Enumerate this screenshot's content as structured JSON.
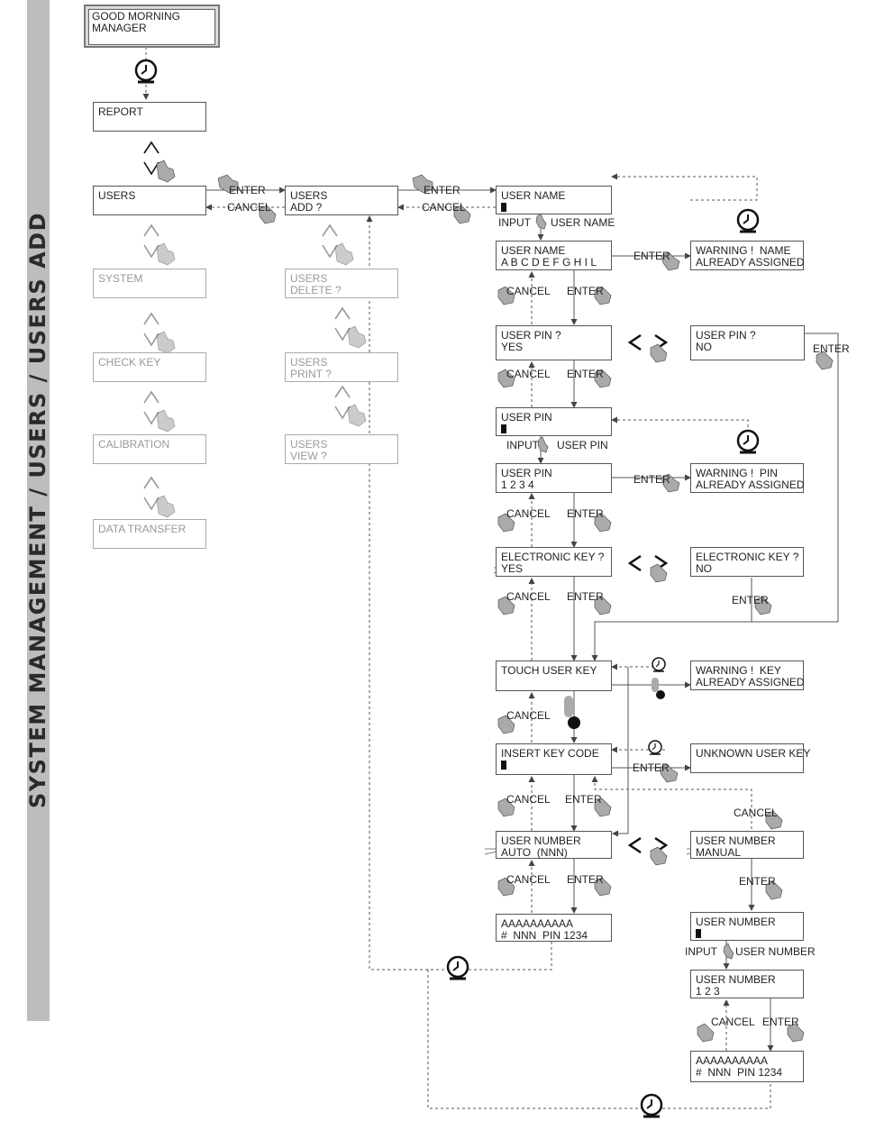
{
  "sidebar": {
    "title": "SYSTEM MANAGEMENT / USERS / USERS ADD"
  },
  "menu": {
    "greeting": "GOOD MORNING\nMANAGER",
    "report": "REPORT",
    "users": "USERS",
    "system": "SYSTEM",
    "check_key": "CHECK KEY",
    "calibration": "CALIBRATION",
    "data_transfer": "DATA TRANSFER"
  },
  "submenu": {
    "users_add": "USERS\nADD ?",
    "users_delete": "USERS\nDELETE ?",
    "users_print": "USERS\nPRINT ?",
    "users_view": "USERS\nVIEW ?"
  },
  "flow": {
    "user_name": "USER NAME",
    "user_name_value": "USER NAME\nA B C D E F G H I L",
    "warning_name": "WARNING !  NAME\nALREADY ASSIGNED",
    "user_pin_yes": "USER PIN ?\nYES",
    "user_pin_no": "USER PIN ?\nNO",
    "user_pin": "USER PIN",
    "user_pin_value": "USER PIN\n1 2 3 4",
    "warning_pin": "WARNING !  PIN\nALREADY ASSIGNED",
    "ekey_yes": "ELECTRONIC KEY ?\nYES",
    "ekey_no": "ELECTRONIC KEY ?\nNO",
    "touch_key": "TOUCH USER KEY",
    "warning_key": "WARNING !  KEY\nALREADY ASSIGNED",
    "insert_code": "INSERT KEY CODE",
    "unknown_key": "UNKNOWN USER KEY",
    "num_auto": "USER NUMBER\nAUTO  (NNN)",
    "num_manual": "USER NUMBER\nMANUAL",
    "user_number": "USER NUMBER",
    "user_number_value": "USER NUMBER\n1 2 3",
    "result_auto": "AAAAAAAAAA\n#  NNN  PIN 1234",
    "result_manual": "AAAAAAAAAA\n#  NNN  PIN 1234"
  },
  "labels": {
    "enter": "ENTER",
    "cancel": "CANCEL",
    "input": "INPUT",
    "input_user_name": "USER NAME",
    "input_user_pin": "USER PIN",
    "input_user_number": "USER NUMBER"
  },
  "icons": [
    "clock-icon",
    "hand-pointer-icon",
    "up-chevron-icon",
    "down-chevron-icon",
    "left-right-arrows-icon",
    "key-fob-icon"
  ]
}
